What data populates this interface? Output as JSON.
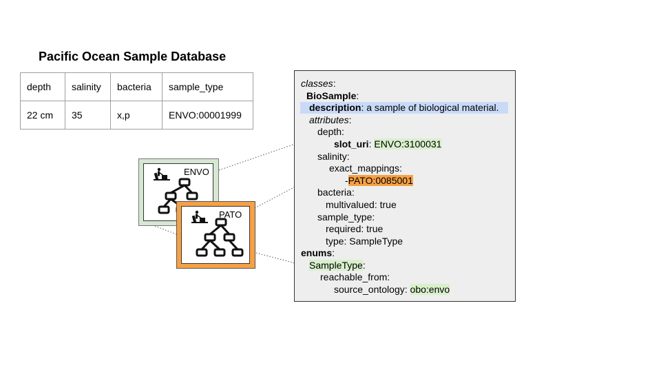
{
  "title": "Pacific Ocean Sample Database",
  "table": {
    "headers": [
      "depth",
      "salinity",
      "bacteria",
      "sample_type"
    ],
    "rows": [
      [
        "22 cm",
        "35",
        "x,p",
        "ENVO:00001999"
      ]
    ]
  },
  "ontologies": {
    "envo": {
      "label": "ENVO",
      "color": "#d6e8d2",
      "icon": "ontology-tree-icon"
    },
    "pato": {
      "label": "PATO",
      "color": "#f6a145",
      "icon": "ontology-tree-icon"
    }
  },
  "schema": {
    "classes_key": "classes",
    "class_name": "BioSample",
    "description_key": "description",
    "description_value": "a sample of biological material.",
    "attributes_key": "attributes",
    "depth_key": "depth",
    "slot_uri_key": "slot_uri",
    "slot_uri_value": "ENVO:3100031",
    "salinity_key": "salinity",
    "exact_mappings_key": "exact_mappings",
    "exact_mapping_value": "PATO:0085001",
    "bacteria_key": "bacteria",
    "multivalued_key": "multivalued",
    "multivalued_value": "true",
    "sample_type_key": "sample_type",
    "required_key": "required",
    "required_value": "true",
    "type_key": "type",
    "type_value": "SampleType",
    "enums_key": "enums",
    "enum_name": "SampleType",
    "reachable_from_key": "reachable_from",
    "source_ontology_key": "source_ontology",
    "source_ontology_value": "obo:envo"
  },
  "colors": {
    "green_highlight": "#d8f0cc",
    "orange_highlight": "#f6a145",
    "blue_highlight": "#c9daf8"
  }
}
